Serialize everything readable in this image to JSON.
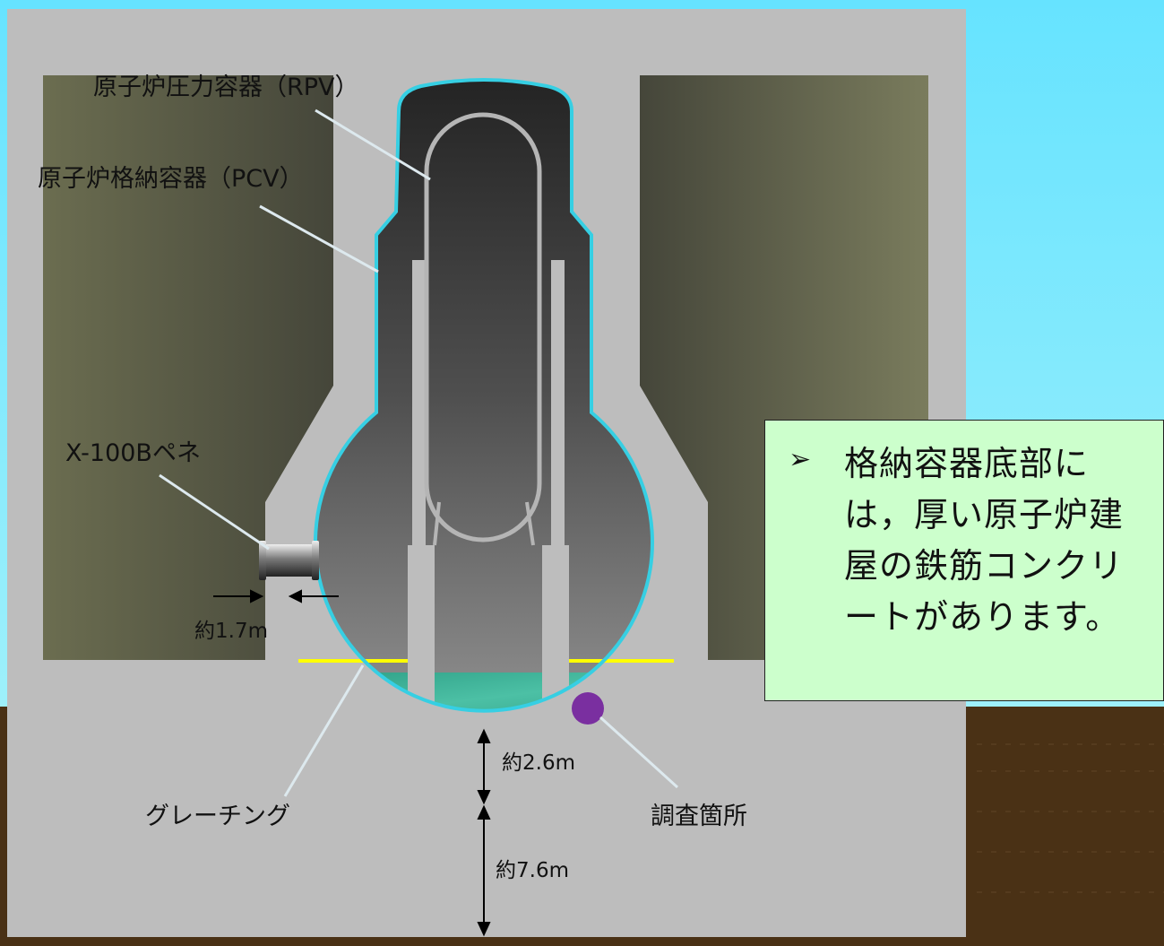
{
  "labels": {
    "rpv": "原子炉圧力容器（RPV）",
    "pcv": "原子炉格納容器（PCV）",
    "penetration": "X-100Bペネ",
    "grating": "グレーチング",
    "survey_point": "調査箇所"
  },
  "dimensions": {
    "wall_thickness": "約1.7m",
    "floor_to_pcv_bottom": "約2.6m",
    "pcv_bottom_to_base": "約7.6m"
  },
  "note": {
    "bullet": "➢",
    "text": "格納容器底部には，厚い原子炉建屋の鉄筋コンクリートがあります。"
  },
  "colors": {
    "sky": "#72e6ff",
    "ground": "#4a3115",
    "concrete": "#bdbdbd",
    "vessel_outline": "#36cfe3",
    "water": "#3fae96",
    "grating": "#ffff00",
    "survey_point": "#7a2fa0",
    "note_bg": "#ccffcc"
  }
}
